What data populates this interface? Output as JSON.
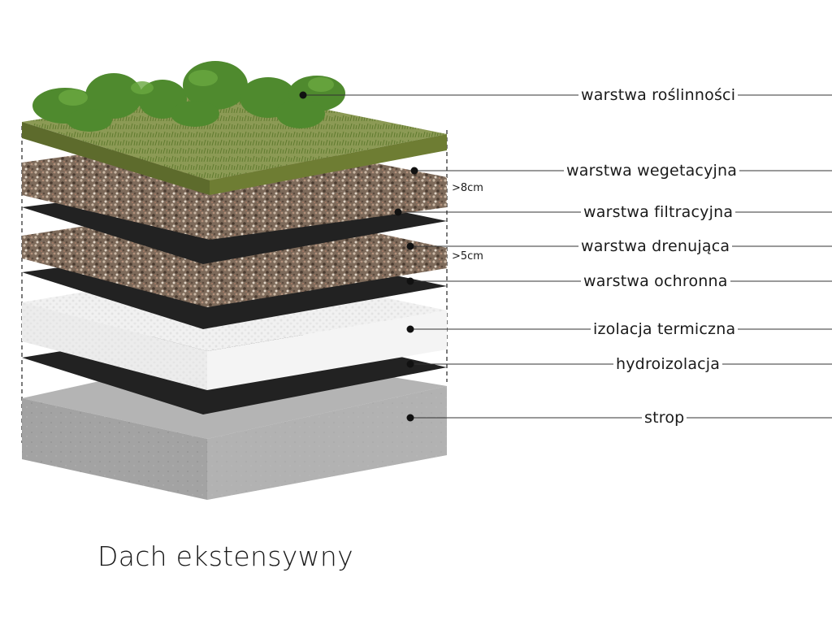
{
  "title": "Dach ekstensywny",
  "layers": [
    {
      "id": "roslinnosc",
      "label": "warstwa roślinności"
    },
    {
      "id": "wegetacyjna",
      "label": "warstwa wegetacyjna",
      "thickness": ">8cm"
    },
    {
      "id": "filtracyjna",
      "label": "warstwa filtracyjna"
    },
    {
      "id": "drenujaca",
      "label": "warstwa drenująca",
      "thickness": ">5cm"
    },
    {
      "id": "ochronna",
      "label": "warstwa ochronna"
    },
    {
      "id": "izolacja",
      "label": "izolacja termiczna"
    },
    {
      "id": "hydroizolacja",
      "label": "hydroizolacja"
    },
    {
      "id": "strop",
      "label": "strop"
    }
  ],
  "colors": {
    "grass": "#6a8a3a",
    "gravel": "#8a7664",
    "membrane": "#222222",
    "insulation": "#ececec",
    "concrete": "#9a9a9a"
  }
}
